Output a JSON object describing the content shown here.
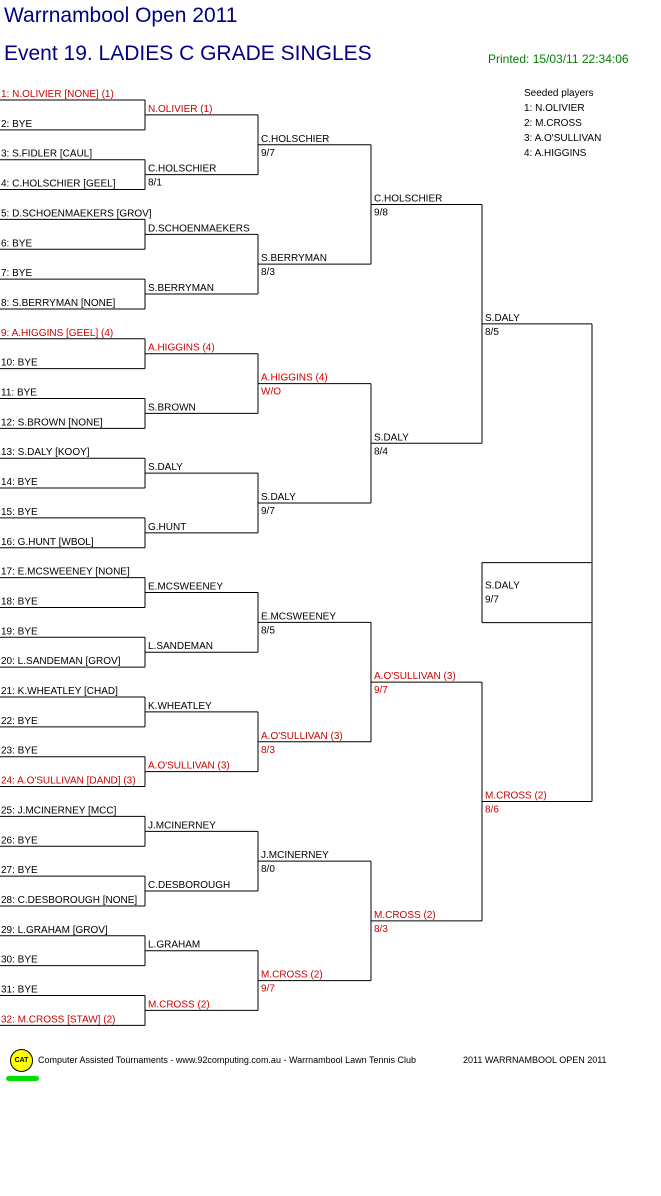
{
  "header": {
    "tournament": "Warrnambool Open 2011",
    "event": "Event 19. LADIES C GRADE SINGLES",
    "printed": "Printed: 15/03/11 22:34:06"
  },
  "seeds": {
    "title": "Seeded players",
    "items": [
      "1: N.OLIVIER",
      "2: M.CROSS",
      "3: A.O'SULLIVAN",
      "4: A.HIGGINS"
    ]
  },
  "colors": {
    "seeded": "#cc0000",
    "normal": "#000000",
    "title": "#000080",
    "printed": "#008000"
  },
  "draw": {
    "r1": [
      {
        "text": "1: N.OLIVIER [NONE] (1)",
        "seed": true
      },
      {
        "text": "2: BYE",
        "seed": false
      },
      {
        "text": "3: S.FIDLER [CAUL]",
        "seed": false
      },
      {
        "text": "4: C.HOLSCHIER [GEEL]",
        "seed": false
      },
      {
        "text": "5: D.SCHOENMAEKERS [GROV]",
        "seed": false
      },
      {
        "text": "6: BYE",
        "seed": false
      },
      {
        "text": "7: BYE",
        "seed": false
      },
      {
        "text": "8: S.BERRYMAN [NONE]",
        "seed": false
      },
      {
        "text": "9: A.HIGGINS [GEEL] (4)",
        "seed": true
      },
      {
        "text": "10: BYE",
        "seed": false
      },
      {
        "text": "11: BYE",
        "seed": false
      },
      {
        "text": "12: S.BROWN [NONE]",
        "seed": false
      },
      {
        "text": "13: S.DALY [KOOY]",
        "seed": false
      },
      {
        "text": "14: BYE",
        "seed": false
      },
      {
        "text": "15: BYE",
        "seed": false
      },
      {
        "text": "16: G.HUNT [WBOL]",
        "seed": false
      },
      {
        "text": "17: E.MCSWEENEY [NONE]",
        "seed": false
      },
      {
        "text": "18: BYE",
        "seed": false
      },
      {
        "text": "19: BYE",
        "seed": false
      },
      {
        "text": "20: L.SANDEMAN [GROV]",
        "seed": false
      },
      {
        "text": "21: K.WHEATLEY [CHAD]",
        "seed": false
      },
      {
        "text": "22: BYE",
        "seed": false
      },
      {
        "text": "23: BYE",
        "seed": false
      },
      {
        "text": "24: A.O'SULLIVAN [DAND] (3)",
        "seed": true
      },
      {
        "text": "25: J.MCINERNEY [MCC]",
        "seed": false
      },
      {
        "text": "26: BYE",
        "seed": false
      },
      {
        "text": "27: BYE",
        "seed": false
      },
      {
        "text": "28: C.DESBOROUGH [NONE]",
        "seed": false
      },
      {
        "text": "29: L.GRAHAM [GROV]",
        "seed": false
      },
      {
        "text": "30: BYE",
        "seed": false
      },
      {
        "text": "31: BYE",
        "seed": false
      },
      {
        "text": "32: M.CROSS [STAW] (2)",
        "seed": true
      }
    ],
    "r2": [
      {
        "name": "N.OLIVIER (1)",
        "score": "",
        "seed": true
      },
      {
        "name": "C.HOLSCHIER",
        "score": "8/1",
        "seed": false
      },
      {
        "name": "D.SCHOENMAEKERS",
        "score": "",
        "seed": false
      },
      {
        "name": "S.BERRYMAN",
        "score": "",
        "seed": false
      },
      {
        "name": "A.HIGGINS (4)",
        "score": "",
        "seed": true
      },
      {
        "name": "S.BROWN",
        "score": "",
        "seed": false
      },
      {
        "name": "S.DALY",
        "score": "",
        "seed": false
      },
      {
        "name": "G.HUNT",
        "score": "",
        "seed": false
      },
      {
        "name": "E.MCSWEENEY",
        "score": "",
        "seed": false
      },
      {
        "name": "L.SANDEMAN",
        "score": "",
        "seed": false
      },
      {
        "name": "K.WHEATLEY",
        "score": "",
        "seed": false
      },
      {
        "name": "A.O'SULLIVAN (3)",
        "score": "",
        "seed": true
      },
      {
        "name": "J.MCINERNEY",
        "score": "",
        "seed": false
      },
      {
        "name": "C.DESBOROUGH",
        "score": "",
        "seed": false
      },
      {
        "name": "L.GRAHAM",
        "score": "",
        "seed": false
      },
      {
        "name": "M.CROSS (2)",
        "score": "",
        "seed": true
      }
    ],
    "r3": [
      {
        "name": "C.HOLSCHIER",
        "score": "9/7",
        "seed": false
      },
      {
        "name": "S.BERRYMAN",
        "score": "8/3",
        "seed": false
      },
      {
        "name": "A.HIGGINS (4)",
        "score": "W/O",
        "seed": true
      },
      {
        "name": "S.DALY",
        "score": "9/7",
        "seed": false
      },
      {
        "name": "E.MCSWEENEY",
        "score": "8/5",
        "seed": false
      },
      {
        "name": "A.O'SULLIVAN (3)",
        "score": "8/3",
        "seed": true
      },
      {
        "name": "J.MCINERNEY",
        "score": "8/0",
        "seed": false
      },
      {
        "name": "M.CROSS (2)",
        "score": "9/7",
        "seed": true
      }
    ],
    "r4": [
      {
        "name": "C.HOLSCHIER",
        "score": "9/8",
        "seed": false
      },
      {
        "name": "S.DALY",
        "score": "8/4",
        "seed": false
      },
      {
        "name": "A.O'SULLIVAN (3)",
        "score": "9/7",
        "seed": true
      },
      {
        "name": "M.CROSS (2)",
        "score": "8/3",
        "seed": true
      }
    ],
    "r5": [
      {
        "name": "S.DALY",
        "score": "8/5",
        "seed": false
      },
      {
        "name": "M.CROSS (2)",
        "score": "8/6",
        "seed": true
      }
    ],
    "final": {
      "name": "S.DALY",
      "score": "9/7",
      "seed": false
    }
  },
  "footer": {
    "logo": "CAT",
    "credit": "Computer Assisted Tournaments - www.92computing.com.au -  Warrnambool Lawn Tennis Club",
    "event": "2011 WARRNAMBOOL OPEN 2011"
  }
}
